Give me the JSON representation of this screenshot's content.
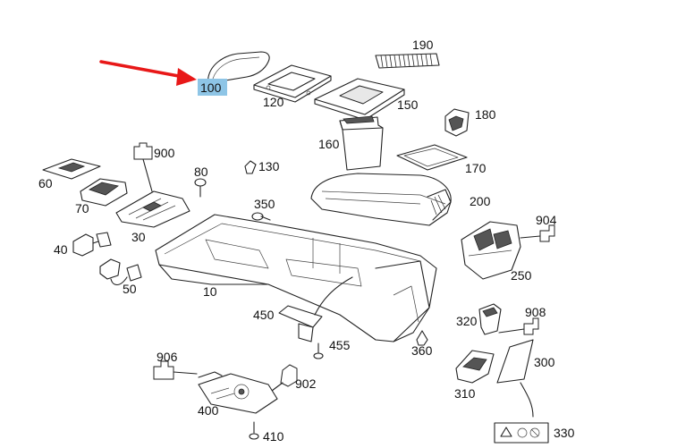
{
  "diagram": {
    "highlight_color": "#8ec5e6",
    "arrow_color": "#e81818",
    "selected_part": "100",
    "labels": {
      "p100": "100",
      "p120": "120",
      "p150": "150",
      "p160": "160",
      "p170": "170",
      "p180": "180",
      "p190": "190",
      "p200": "200",
      "p250": "250",
      "p904": "904",
      "p900": "900",
      "p60": "60",
      "p70": "70",
      "p30": "30",
      "p80": "80",
      "p130": "130",
      "p350": "350",
      "p40": "40",
      "p50": "50",
      "p10": "10",
      "p450": "450",
      "p455": "455",
      "p360": "360",
      "p320": "320",
      "p908": "908",
      "p300": "300",
      "p310": "310",
      "p330": "330",
      "p906": "906",
      "p902": "902",
      "p400": "400",
      "p410": "410"
    }
  }
}
